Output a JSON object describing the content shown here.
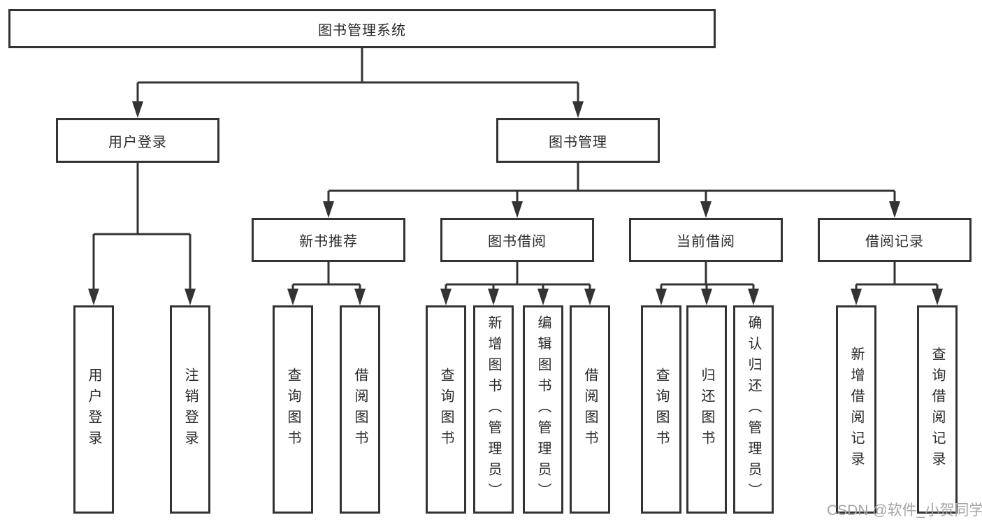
{
  "colors": {
    "line": "#333333",
    "border": "#333333",
    "fill": "#ffffff",
    "text": "#2b2b2b",
    "watermark": "#a6a6a6"
  },
  "tree": {
    "root": "图书管理系统",
    "children": [
      {
        "label": "用户登录",
        "children": [
          "用户登录",
          "注销登录"
        ]
      },
      {
        "label": "图书管理",
        "children": [
          {
            "label": "新书推荐",
            "children": [
              "查询图书",
              "借阅图书"
            ]
          },
          {
            "label": "图书借阅",
            "children": [
              "查询图书",
              "新增图书（管理员）",
              "编辑图书（管理员）",
              "借阅图书"
            ]
          },
          {
            "label": "当前借阅",
            "children": [
              "查询图书",
              "归还图书",
              "确认归还（管理员）"
            ]
          },
          {
            "label": "借阅记录",
            "children": [
              "新增借阅记录",
              "查询借阅记录"
            ]
          }
        ]
      }
    ]
  },
  "watermark": {
    "text": "CSDN @软件_小贺同学"
  }
}
